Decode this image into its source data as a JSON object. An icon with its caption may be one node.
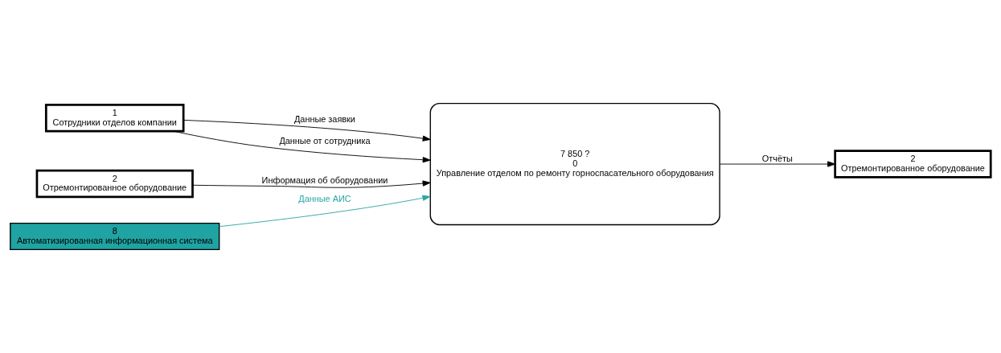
{
  "diagram": {
    "nodes": [
      {
        "text": [
          "1",
          "Сотрудники отделов компании"
        ]
      },
      {
        "text": [
          "2",
          "Отремонтированное оборудование"
        ]
      },
      {
        "text": [
          "8",
          "Автоматизированная информационная система"
        ]
      },
      {
        "text": [
          "7 850 ?",
          "0",
          "Управление отделом по ремонту горноспасательного оборудования"
        ]
      },
      {
        "text": [
          "2",
          "Отремонтированное оборудование"
        ]
      }
    ],
    "edges": [
      {
        "from": 0,
        "to": 3,
        "arrow": "to",
        "label": "Данные заявки"
      },
      {
        "from": 0,
        "to": 3,
        "arrow": "to",
        "label": "Данные от сотрудника"
      },
      {
        "from": 1,
        "to": 3,
        "arrow": "to",
        "label": "Информация об оборудовании"
      },
      {
        "from": 2,
        "to": 3,
        "arrow": "to",
        "label": "Данные АИС",
        "color": "#2aa5a5"
      },
      {
        "from": 3,
        "to": 4,
        "arrow": "to",
        "label": "Отчёты"
      }
    ]
  }
}
